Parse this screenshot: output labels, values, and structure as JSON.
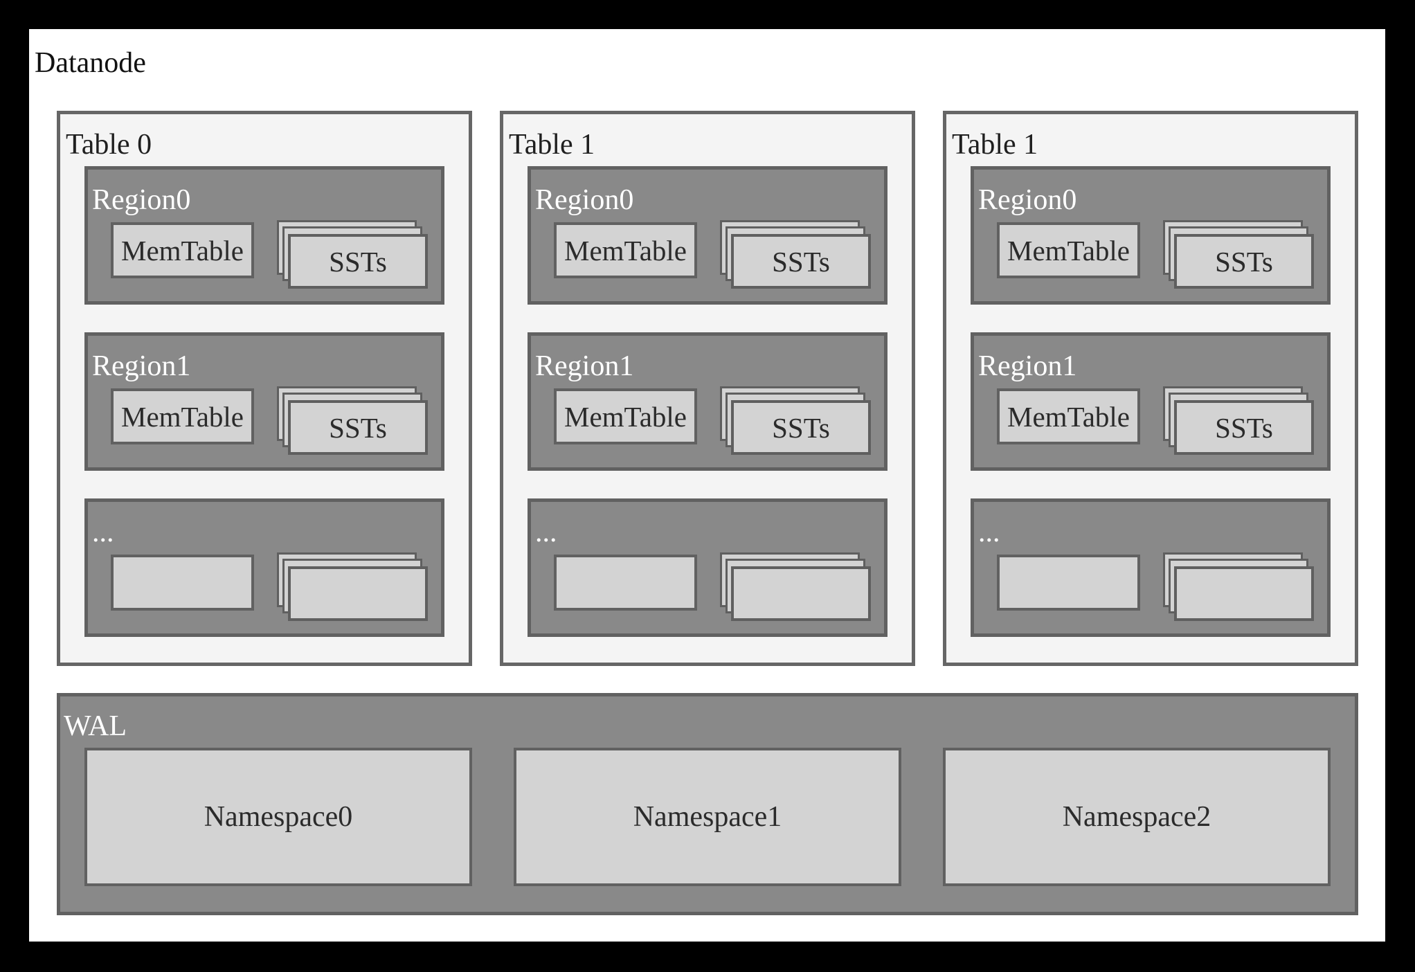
{
  "title": "Datanode",
  "tables": [
    {
      "label": "Table 0",
      "regions": [
        {
          "label": "Region0",
          "memtable": "MemTable",
          "ssts": "SSTs"
        },
        {
          "label": "Region1",
          "memtable": "MemTable",
          "ssts": "SSTs"
        },
        {
          "label": "...",
          "memtable": "",
          "ssts": ""
        }
      ]
    },
    {
      "label": "Table 1",
      "regions": [
        {
          "label": "Region0",
          "memtable": "MemTable",
          "ssts": "SSTs"
        },
        {
          "label": "Region1",
          "memtable": "MemTable",
          "ssts": "SSTs"
        },
        {
          "label": "...",
          "memtable": "",
          "ssts": ""
        }
      ]
    },
    {
      "label": "Table 1",
      "regions": [
        {
          "label": "Region0",
          "memtable": "MemTable",
          "ssts": "SSTs"
        },
        {
          "label": "Region1",
          "memtable": "MemTable",
          "ssts": "SSTs"
        },
        {
          "label": "...",
          "memtable": "",
          "ssts": ""
        }
      ]
    }
  ],
  "wal": {
    "label": "WAL",
    "namespaces": [
      "Namespace0",
      "Namespace1",
      "Namespace2"
    ]
  },
  "colors": {
    "frame": "#000000",
    "panel": "#ffffff",
    "table_bg": "#f4f4f4",
    "region_bg": "#898989",
    "box_bg": "#d3d3d3",
    "border": "#616161",
    "text_dark": "#1f1f1f",
    "text_light": "#ffffff"
  }
}
